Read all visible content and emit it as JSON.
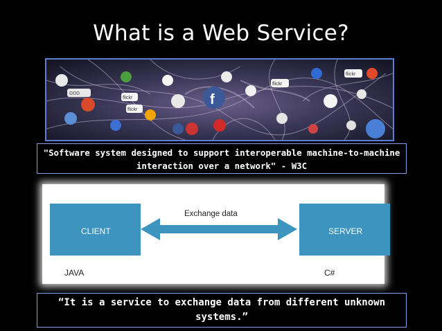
{
  "slide": {
    "title": "What is a Web Service?",
    "definition_quote": "\"Software system designed to support interoperable machine-to-machine interaction over a network\" - W3C",
    "closing_quote": "“It is a service to exchange data from different  unknown systems.”"
  },
  "diagram": {
    "client_label": "CLIENT",
    "server_label": "SERVER",
    "exchange_label": "Exchange data",
    "client_lang": "JAVA",
    "server_lang": "C#",
    "box_color": "#3d95bf",
    "arrow_color": "#3d95bf"
  },
  "banner": {
    "icon_texts": [
      "flickr",
      "flickr",
      "flickr",
      "flickr",
      "f"
    ]
  }
}
